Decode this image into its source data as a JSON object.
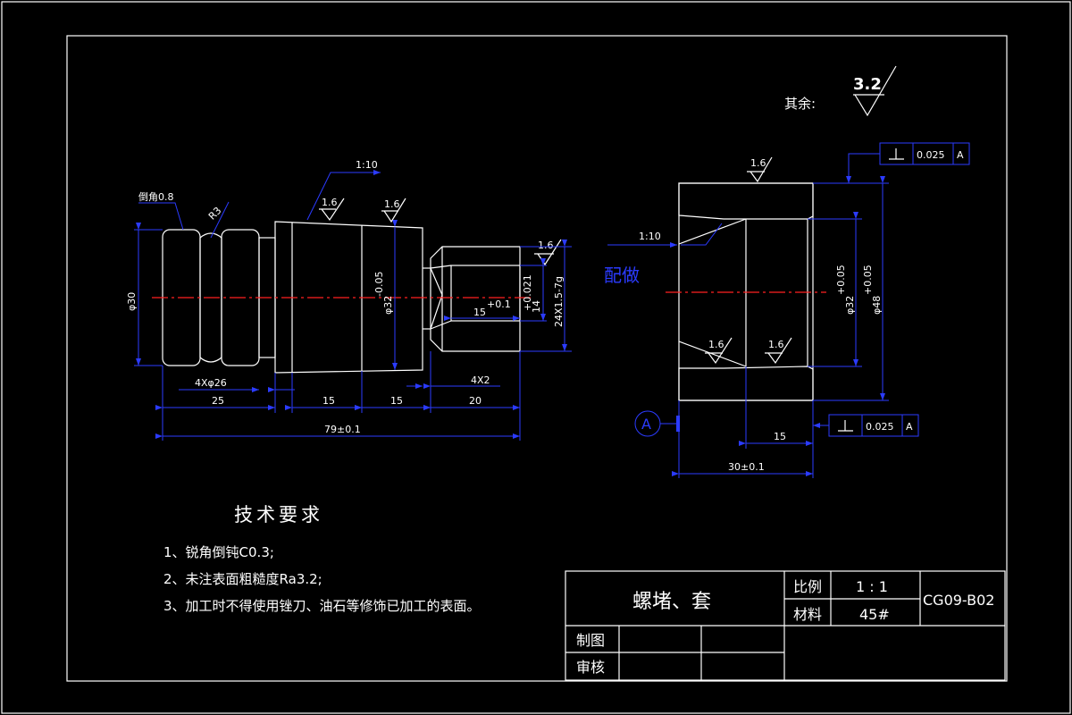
{
  "roughness": {
    "others_label": "其余:",
    "value": "3.2"
  },
  "part_left": {
    "chamfer_note": "倒角0.8",
    "radius_note": "R3",
    "dia_30": "φ30",
    "dia_32": "φ32",
    "dia_32_tol": "-0.05",
    "taper_note": "1:10",
    "thread": "24X1.5-7g",
    "dia_14": "14",
    "dia_14_tol": "+0.021",
    "depth_15": "15",
    "depth_15_tol": "+0.1",
    "groove_left": "4Xφ26",
    "groove_right": "4X2",
    "dim_25": "25",
    "dim_15a": "15",
    "dim_15b": "15",
    "dim_20": "20",
    "dim_total": "79±0.1",
    "rough_1": "1.6",
    "rough_2": "1.6",
    "rough_3": "1.6"
  },
  "part_right": {
    "taper_note": "1:10",
    "match_note": "配做",
    "dia_32": "φ32",
    "dia_32_tol": "+0.05",
    "dia_48": "φ48",
    "dia_48_tol": "+0.05",
    "datum": "A",
    "perp_value_top": "0.025",
    "perp_datum_top": "A",
    "perp_value_bottom": "0.025",
    "perp_datum_bottom": "A",
    "dim_15": "15",
    "dim_total": "30±0.1",
    "rough_top": "1.6",
    "rough_bl": "1.6",
    "rough_br": "1.6"
  },
  "requirements": {
    "title": "技术要求",
    "items": [
      "1、锐角倒钝C0.3;",
      "2、未注表面粗糙度Ra3.2;",
      "3、加工时不得使用锉刀、油石等修饰已加工的表面。"
    ]
  },
  "title_block": {
    "part_name": "螺堵、套",
    "scale_label": "比例",
    "scale_value": "1 : 1",
    "material_label": "材料",
    "material_value": "45#",
    "drawing_no": "CG09-B02",
    "drawn_label": "制图",
    "checked_label": "审核"
  },
  "colors": {
    "background": "#000000",
    "outline": "#ffffff",
    "dimension": "#2b3bff",
    "centerline": "#ff2020"
  }
}
